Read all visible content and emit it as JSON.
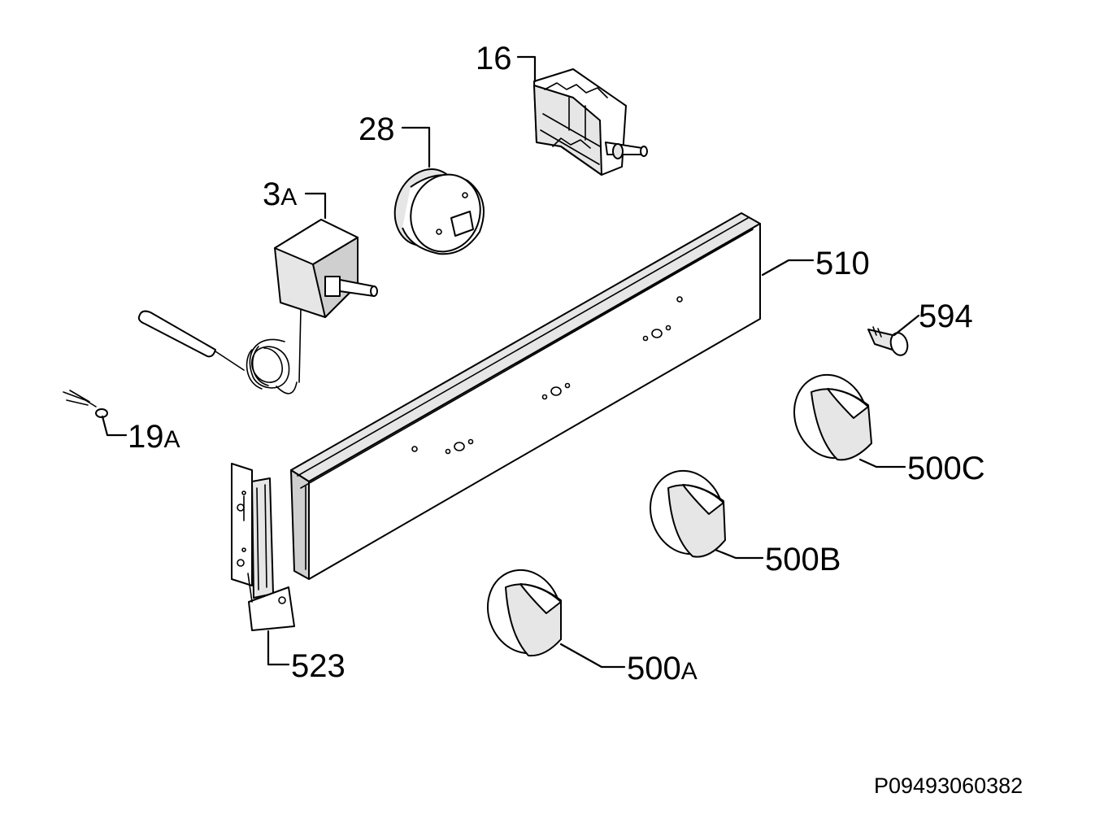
{
  "diagram": {
    "labels": {
      "p16": "16",
      "p28": "28",
      "p3a_num": "3",
      "p3a_sub": "A",
      "p510": "510",
      "p594": "594",
      "p19a_num": "19",
      "p19a_sub": "A",
      "p500c": "500C",
      "p500b": "500B",
      "p500a_num": "500",
      "p500a_sub": "A",
      "p523": "523"
    },
    "code": "P09493060382"
  }
}
